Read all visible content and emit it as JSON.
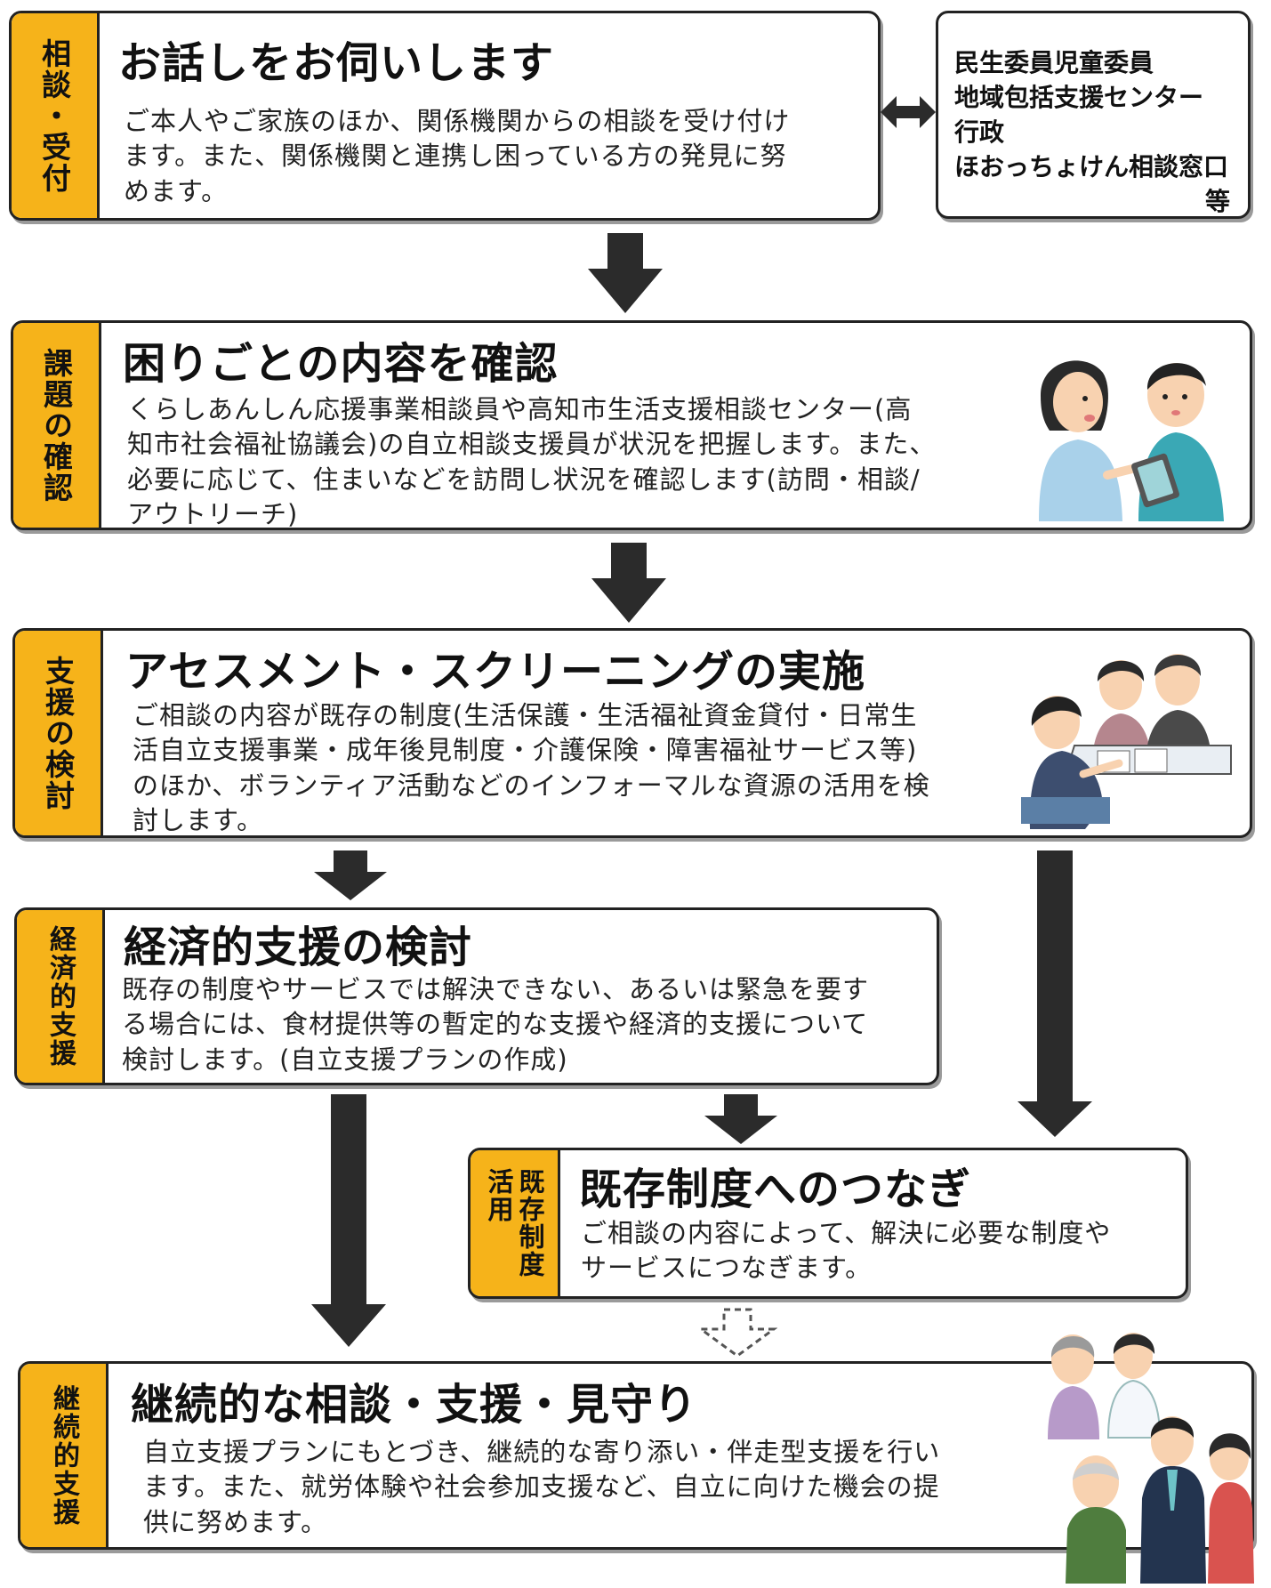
{
  "steps": [
    {
      "tag": "相談・受付",
      "title": "お話しをお伺いします",
      "lines": [
        "ご本人やご家族のほか、関係機関からの相談を受け付け",
        "ます。また、関係機関と連携し困っている方の発見に努",
        "めます。"
      ]
    },
    {
      "tag": "課題の確認",
      "title": "困りごとの内容を確認",
      "lines": [
        "くらしあんしん応援事業相談員や高知市生活支援相談センター(高",
        "知市社会福祉協議会)の自立相談支援員が状況を把握します。また、",
        "必要に応じて、住まいなどを訪問し状況を確認します(訪問・相談/",
        "アウトリーチ)"
      ]
    },
    {
      "tag": "支援の検討",
      "title": "アセスメント・スクリーニングの実施",
      "lines": [
        "ご相談の内容が既存の制度(生活保護・生活福祉資金貸付・日常生",
        "活自立支援事業・成年後見制度・介護保険・障害福祉サービス等)",
        "のほか、ボランティア活動などのインフォーマルな資源の活用を検",
        "討します。"
      ]
    },
    {
      "tag": "経済的支援",
      "title": "経済的支援の検討",
      "lines": [
        "既存の制度やサービスでは解決できない、あるいは緊急を要す",
        "る場合には、食材提供等の暫定的な支援や経済的支援について",
        "検討します。(自立支援プランの作成)"
      ]
    },
    {
      "tag_col1": "既存制度",
      "tag_col2": "活用",
      "title": "既存制度へのつなぎ",
      "lines": [
        "ご相談の内容によって、解決に必要な制度や",
        "サービスにつなぎます。"
      ]
    },
    {
      "tag": "継続的支援",
      "title": "継続的な相談・支援・見守り",
      "lines": [
        "自立支援プランにもとづき、継続的な寄り添い・伴走型支援を行い",
        "ます。また、就労体験や社会参加支援など、自立に向けた機会の提",
        "供に努めます。"
      ]
    }
  ],
  "partners": {
    "lines": [
      "民生委員児童委員",
      "地域包括支援センター",
      "行政",
      "ほおっちょけん相談窓口"
    ],
    "suffix": "等"
  },
  "colors": {
    "tag_fill": "#f6b31a",
    "arrow": "#2b2b2b",
    "border": "#222222"
  },
  "icons": [
    "double-arrow-icon",
    "down-arrow-icon",
    "dashed-down-arrow-icon",
    "consultation-illustration",
    "meeting-illustration",
    "community-illustration"
  ]
}
